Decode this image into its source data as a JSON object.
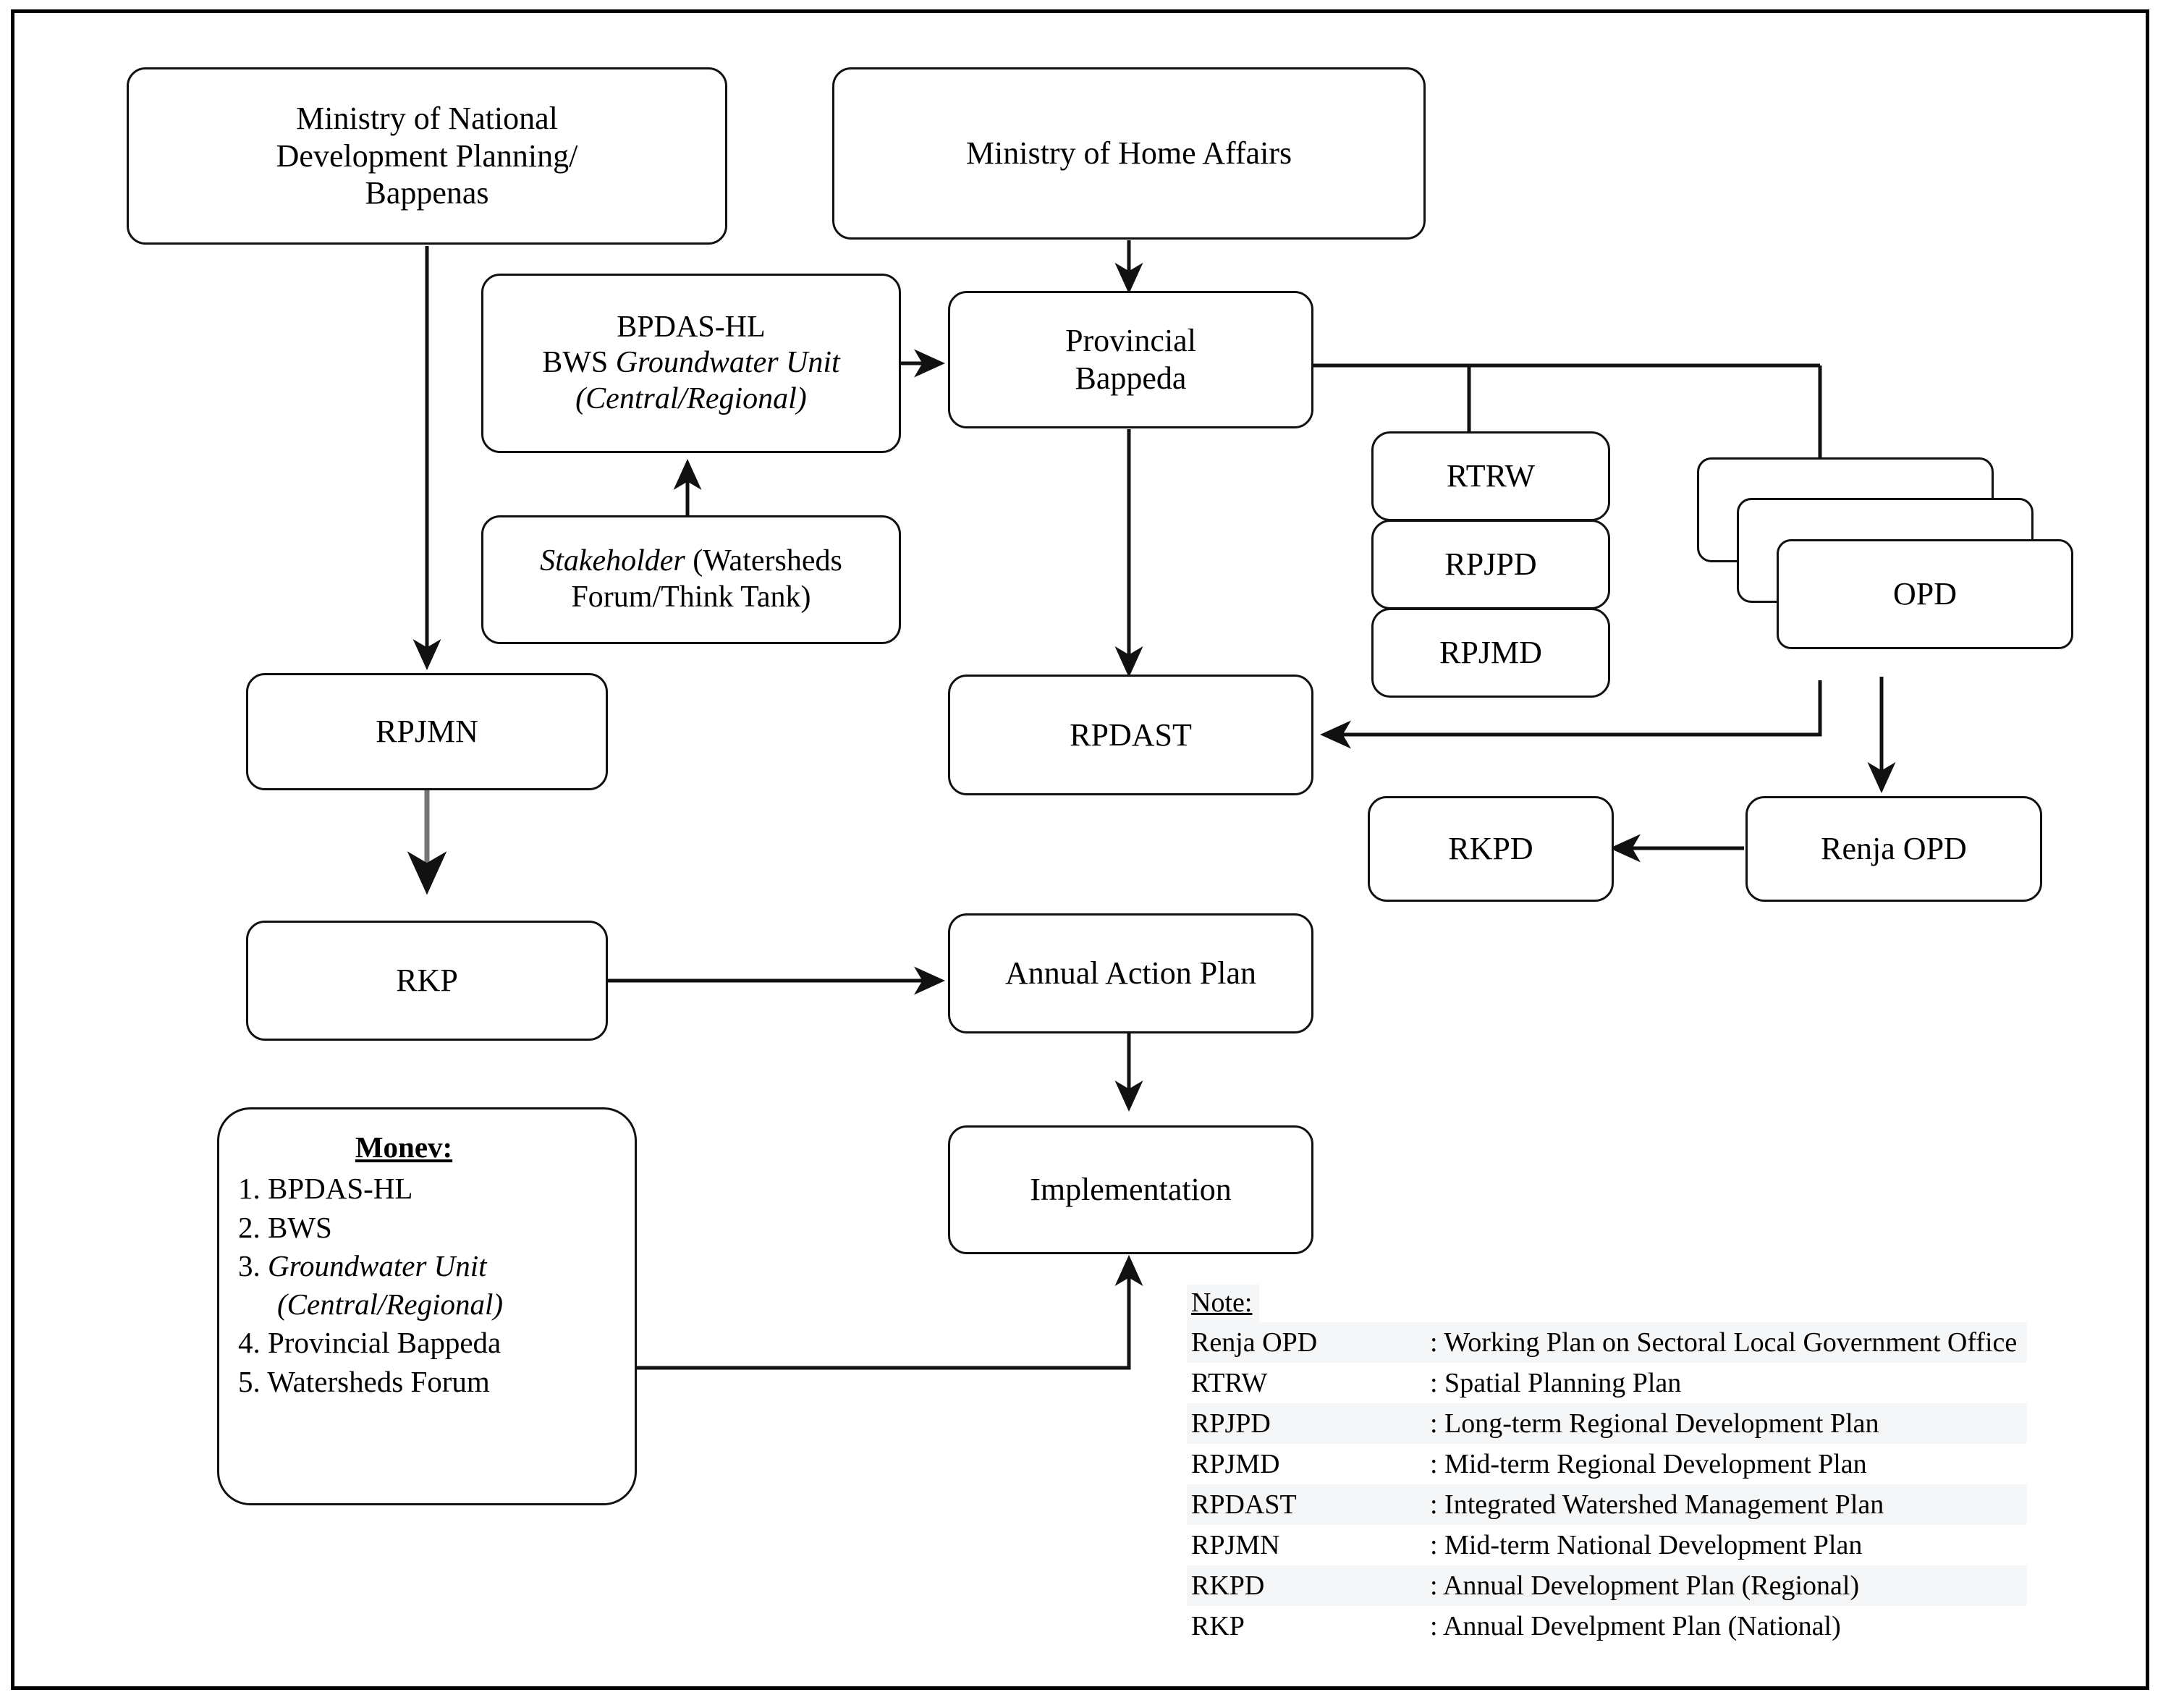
{
  "diagram": {
    "type": "flowchart",
    "title": "Watershed planning institutional flow",
    "nodes": {
      "bappenas": "Ministry of National\nDevelopment Planning/\nBappenas",
      "home_affairs": "Ministry of Home Affairs",
      "bpdas_line1": "BPDAS-HL",
      "bpdas_line2_plain": "BWS ",
      "bpdas_line2_italic": "Groundwater Unit",
      "bpdas_line3_italic": "(Central/Regional)",
      "stakeholder_italic": "Stakeholder",
      "stakeholder_rest": " (Watersheds",
      "stakeholder_line2": "Forum/Think Tank)",
      "provincial_bappeda": "Provincial\nBappeda",
      "rtrw": "RTRW",
      "rpjpd": "RPJPD",
      "rpjmd": "RPJMD",
      "opd": "OPD",
      "rpjmn": "RPJMN",
      "rpdast": "RPDAST",
      "rkpd": "RKPD",
      "renja_opd": "Renja OPD",
      "rkp": "RKP",
      "annual_action_plan": "Annual Action Plan",
      "implementation": "Implementation"
    },
    "monev": {
      "header": "Monev:",
      "items": [
        {
          "num": "1.",
          "text": "BPDAS-HL",
          "italic": false,
          "sub": null
        },
        {
          "num": "2.",
          "text": "BWS",
          "italic": false,
          "sub": null
        },
        {
          "num": "3.",
          "text": "Groundwater Unit",
          "italic": true,
          "sub": "(Central/Regional)"
        },
        {
          "num": "4.",
          "text": "Provincial Bappeda",
          "italic": false,
          "sub": null
        },
        {
          "num": "5.",
          "text": "Watersheds Forum",
          "italic": false,
          "sub": null
        }
      ]
    },
    "note": {
      "header": "Note:",
      "entries": [
        {
          "key": "Renja OPD",
          "value": ": Working Plan on Sectoral Local Government Office"
        },
        {
          "key": "RTRW",
          "value": ": Spatial Planning Plan"
        },
        {
          "key": "RPJPD",
          "value": ": Long-term Regional Development Plan"
        },
        {
          "key": "RPJMD",
          "value": ": Mid-term Regional Development Plan"
        },
        {
          "key": "RPDAST",
          "value": ": Integrated Watershed Management Plan"
        },
        {
          "key": "RPJMN",
          "value": ": Mid-term National Development Plan"
        },
        {
          "key": "RKPD",
          "value": ": Annual Development Plan (Regional)"
        },
        {
          "key": "RKP",
          "value": ": Annual Develpment Plan (National)"
        }
      ]
    },
    "edges": [
      {
        "from": "bappenas",
        "to": "rpjmn",
        "style": "solid-black-arrow"
      },
      {
        "from": "home_affairs",
        "to": "provincial_bappeda",
        "style": "solid-black-arrow"
      },
      {
        "from": "bpdas_hl",
        "to": "provincial_bappeda",
        "style": "solid-black-arrow"
      },
      {
        "from": "stakeholder",
        "to": "bpdas_hl",
        "style": "solid-black-arrow"
      },
      {
        "from": "provincial_bappeda",
        "to": "rpdast",
        "style": "solid-black-arrow"
      },
      {
        "from": "provincial_bappeda",
        "to": "rtrw_stack",
        "style": "solid-black-line"
      },
      {
        "from": "provincial_bappeda",
        "to": "opd_stack",
        "style": "solid-black-line"
      },
      {
        "from": "rtrw_stack",
        "to": "rpdast",
        "style": "solid-black-arrow"
      },
      {
        "from": "opd_stack",
        "to": "rpdast",
        "style": "solid-black-arrow"
      },
      {
        "from": "opd_stack",
        "to": "renja_opd",
        "style": "solid-black-arrow"
      },
      {
        "from": "renja_opd",
        "to": "rkpd",
        "style": "solid-black-arrow"
      },
      {
        "from": "rpjmn",
        "to": "rkp",
        "style": "solid-gray-arrow"
      },
      {
        "from": "rkp",
        "to": "annual_action_plan",
        "style": "solid-black-arrow"
      },
      {
        "from": "rpdast",
        "to": "annual_action_plan",
        "style": "solid-black-arrow"
      },
      {
        "from": "annual_action_plan",
        "to": "implementation",
        "style": "solid-black-arrow"
      },
      {
        "from": "monev",
        "to": "implementation",
        "style": "solid-black-arrow"
      }
    ],
    "colors": {
      "stroke": "#111111",
      "gray_arrow": "#6e6e6e",
      "note_band": "#f4f6f8",
      "background": "#ffffff"
    }
  }
}
